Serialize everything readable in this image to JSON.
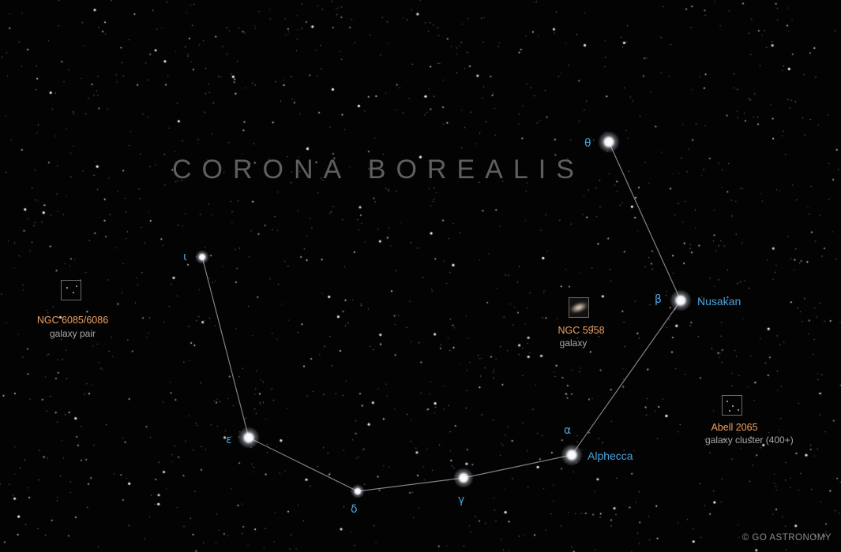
{
  "constellation": {
    "title": "CORONA BOREALIS"
  },
  "stars": [
    {
      "id": "theta",
      "greek": "θ",
      "name": ""
    },
    {
      "id": "beta",
      "greek": "β",
      "name": "Nusakan"
    },
    {
      "id": "alpha",
      "greek": "α",
      "name": "Alphecca"
    },
    {
      "id": "gamma",
      "greek": "γ",
      "name": ""
    },
    {
      "id": "delta",
      "greek": "δ",
      "name": ""
    },
    {
      "id": "epsilon",
      "greek": "ε",
      "name": ""
    },
    {
      "id": "iota",
      "greek": "ι",
      "name": ""
    }
  ],
  "deep_sky_objects": [
    {
      "id": "ngc6085",
      "name": "NGC 6085/6086",
      "type": "galaxy pair"
    },
    {
      "id": "ngc5958",
      "name": "NGC 5958",
      "type": "galaxy"
    },
    {
      "id": "abell2065",
      "name": "Abell 2065",
      "type": "galaxy cluster (400+)"
    }
  ],
  "credit": "© GO ASTRONOMY",
  "colors": {
    "background": "#030303",
    "title": "#5f5f5f",
    "greek_label": "#4aa3e0",
    "dso_name": "#f0a060",
    "dso_type": "#a8a8a8",
    "line": "#9a9a9a"
  }
}
